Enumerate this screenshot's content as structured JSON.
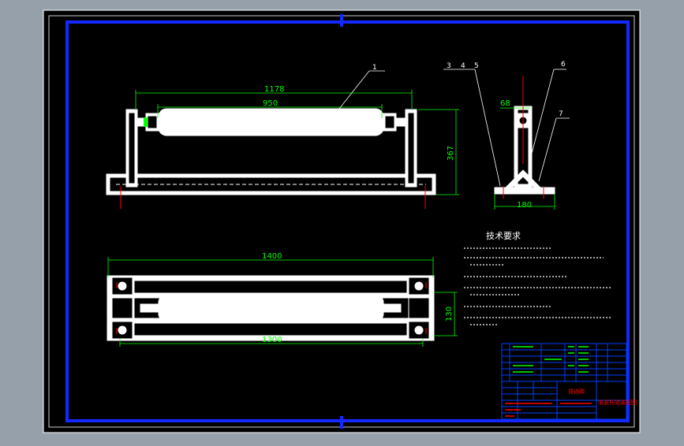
{
  "colors": {
    "outer_bg": "#96a0ab",
    "paper": "#000000",
    "border": "#1428ff",
    "part": "#ffffff",
    "dimension": "#00ff00",
    "leader": "#ffffff",
    "hatch": "#ff0000",
    "table_line": "#0040ff",
    "table_text": "#00ff00",
    "title_text": "#ff0000"
  },
  "front_view": {
    "overall_length_dim": "1178",
    "roller_length_dim": "950",
    "height_dim": "367",
    "balloon_1": "1"
  },
  "side_view": {
    "balloons": [
      "3",
      "4",
      "5",
      "6",
      "7"
    ],
    "width_dim_top": "68",
    "base_width_dim": "180"
  },
  "top_view": {
    "length_top_dim": "1400",
    "length_bottom_dim": "1300",
    "width_dim": "130"
  },
  "notes": {
    "title": "技术要求"
  },
  "title_block": {
    "material": "普通碳",
    "drawing_name": "张紧托辊装配图"
  }
}
